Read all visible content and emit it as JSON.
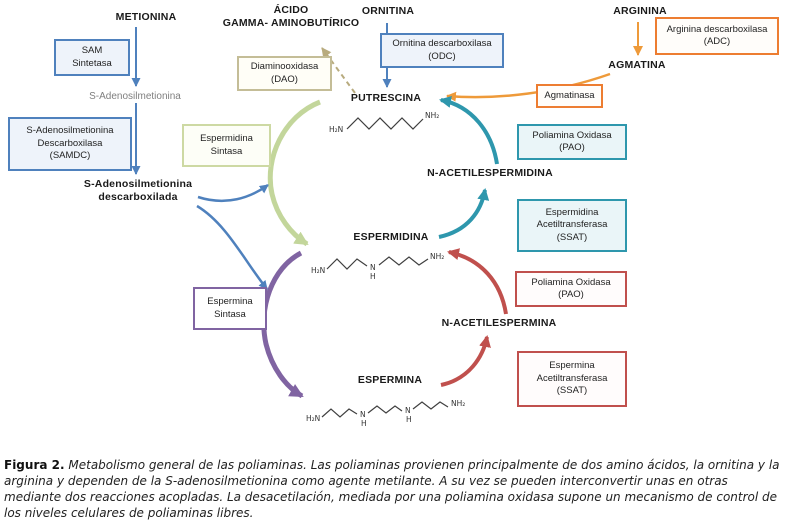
{
  "colors": {
    "blue": "#4f81bd",
    "orange_border": "#ed7d31",
    "orange_arrow": "#ee9a3a",
    "tan": "#b8ab7e",
    "green": "#c3d69b",
    "teal": "#2e97ad",
    "purple": "#8064a2",
    "red": "#c0504d"
  },
  "metabolites": {
    "metionina": "METIONINA",
    "gaba": "ÁCIDO\nGAMMA- AMINOBUTÍRICO",
    "ornitina": "ORNITINA",
    "arginina": "ARGININA",
    "agmatina": "AGMATINA",
    "s_adenosilmetionina": "S-Adenosilmetionina",
    "s_adenosilmetionina_descarboxilada": "S-Adenosilmetionina\ndescarboxilada",
    "putrescina": "PUTRESCINA",
    "n_acetilespermidina": "N-ACETILESPERMIDINA",
    "espermidina": "ESPERMIDINA",
    "n_acetilespermina": "N-ACETILESPERMINA",
    "espermina": "ESPERMINA"
  },
  "enzymes": {
    "sam_sintetasa": "SAM\nSintetasa",
    "odc": "Ornitina descarboxilasa\n(ODC)",
    "adc": "Arginina descarboxilasa\n(ADC)",
    "dao": "Diaminooxidasa\n(DAO)",
    "agmatinasa": "Agmatinasa",
    "samdc": "S-Adenosilmetionina\nDescarboxilasa\n(SAMDC)",
    "espermidina_sintasa": "Espermidina\nSintasa",
    "pao_superior": "Poliamina Oxidasa\n(PAO)",
    "ssat_superior": "Espermidina\nAcetiltransferasa\n(SSAT)",
    "espermina_sintasa": "Espermina\nSintasa",
    "pao_inferior": "Poliamina Oxidasa\n(PAO)",
    "ssat_inferior": "Espermina\nAcetiltransferasa\n(SSAT)"
  },
  "structures": {
    "h2n": "H₂N",
    "nh2": "NH₂",
    "n": "N",
    "h": "H"
  },
  "caption": {
    "label": "Figura 2.",
    "text": "Metabolismo general de las poliaminas. Las poliaminas provienen principalmente de dos amino ácidos, la ornitina y la arginina y dependen de la S-adenosilmetionina como agente metilante. A su vez se pueden interconvertir unas en otras mediante dos reacciones acopladas. La desacetilación, mediada por una poliamina oxidasa supone un mecanismo de control de los niveles celulares de poliaminas libres."
  }
}
